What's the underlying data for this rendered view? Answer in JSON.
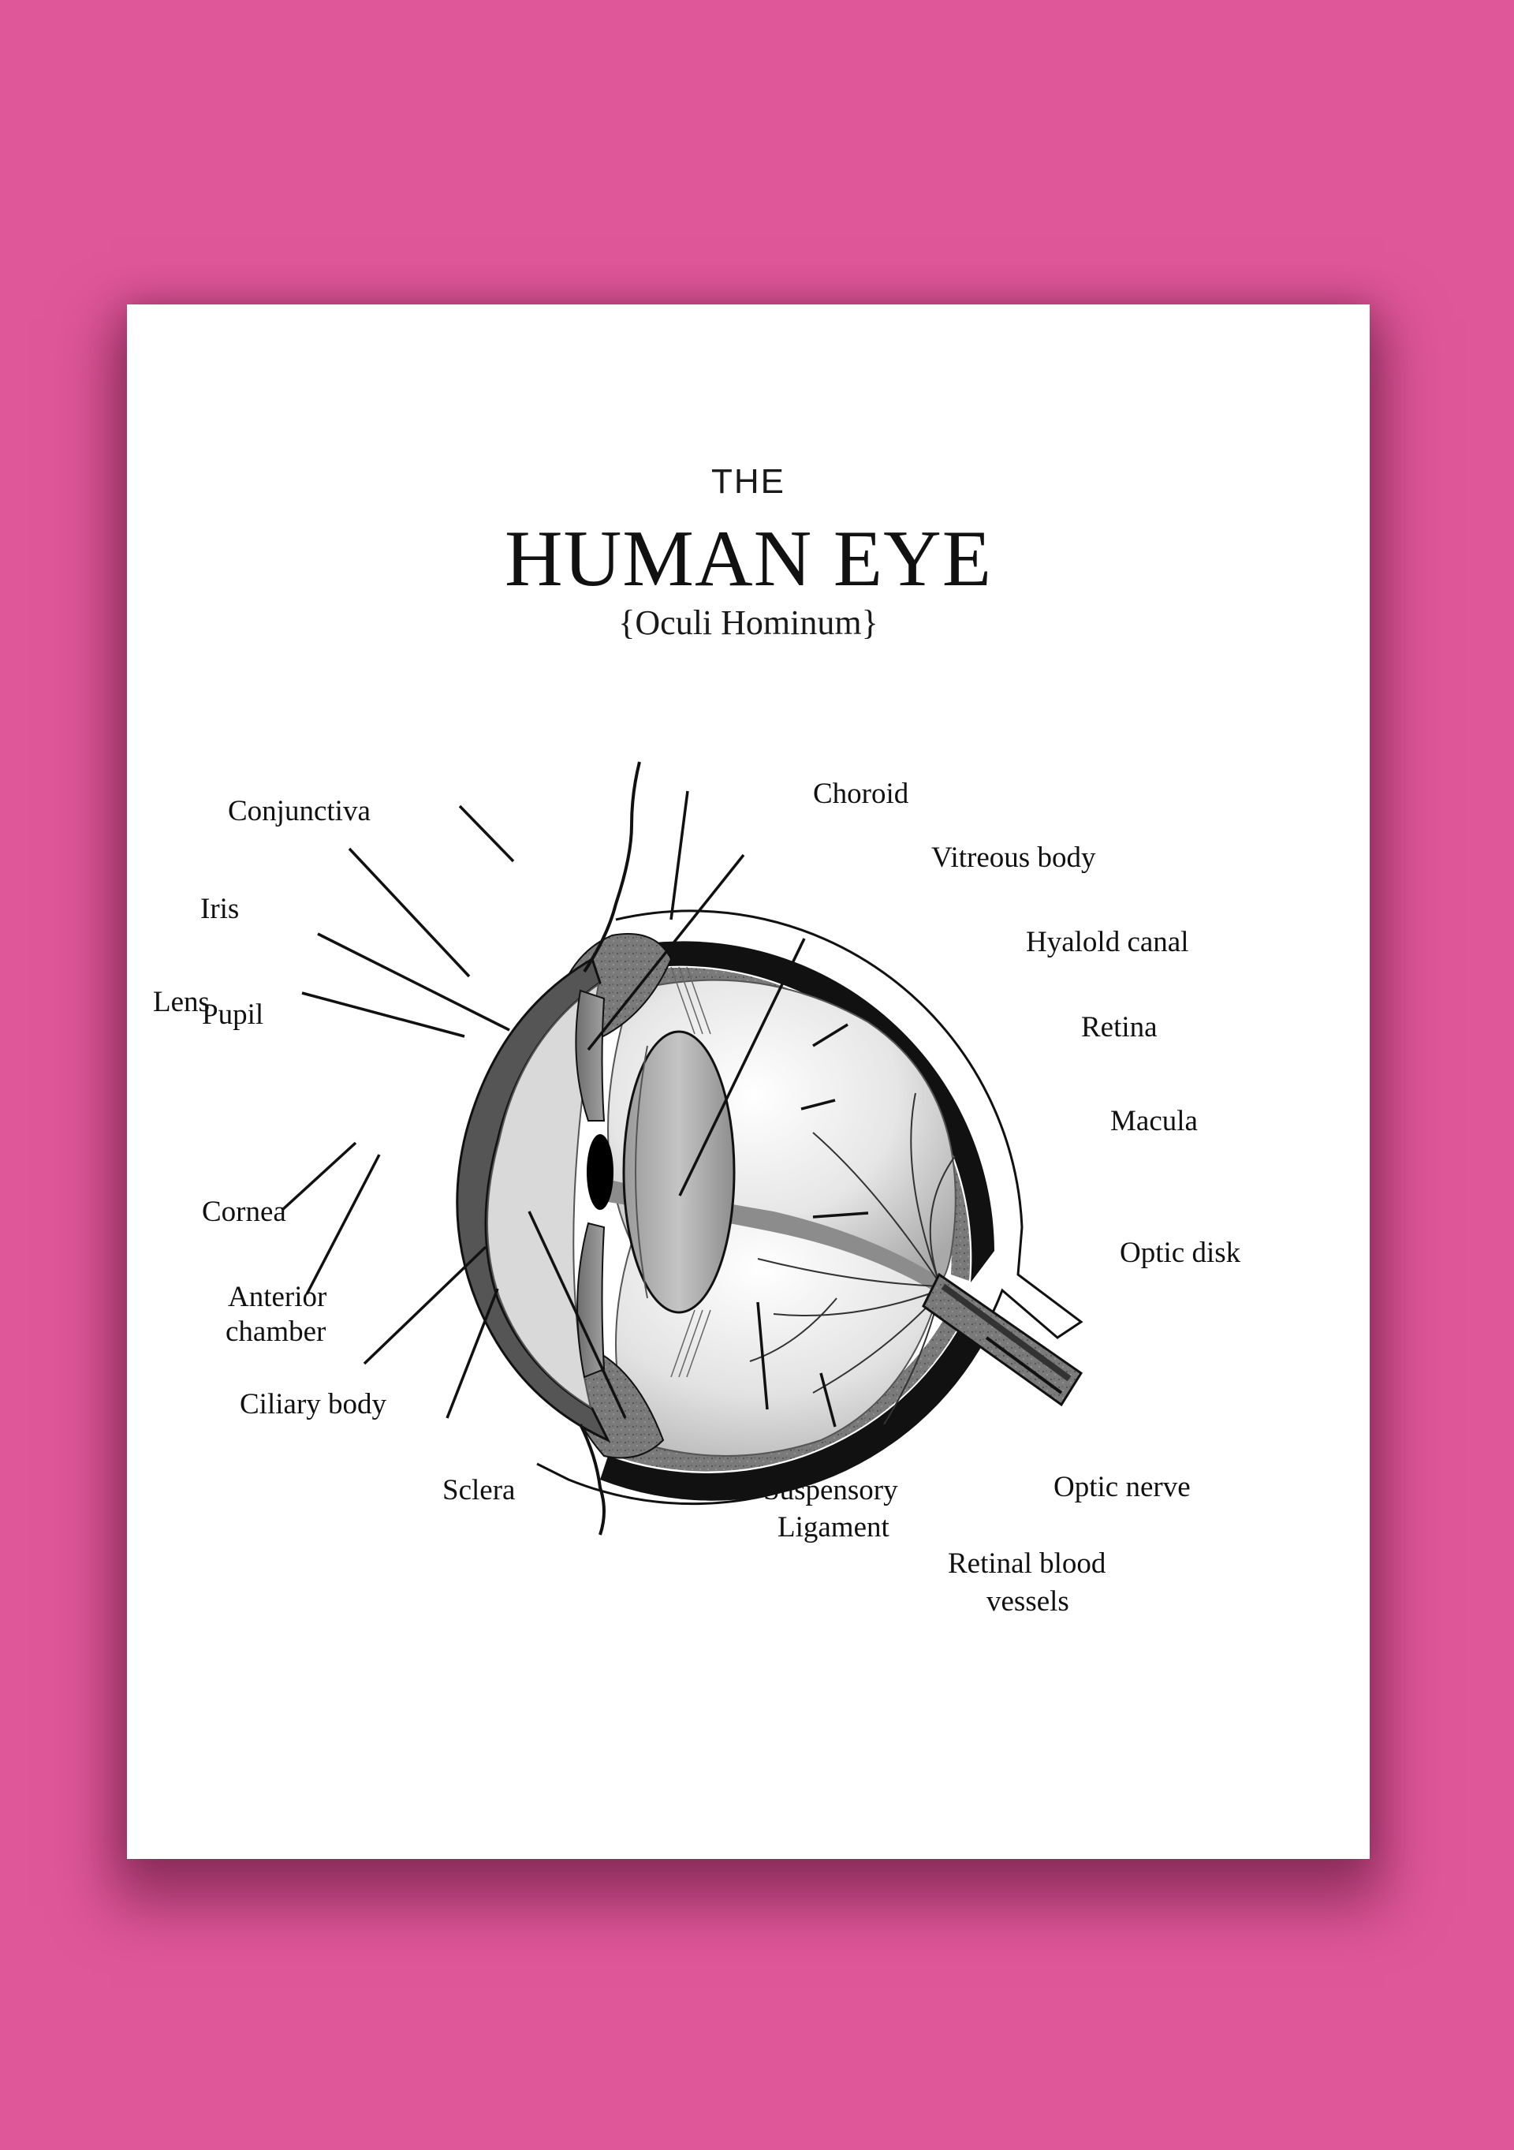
{
  "poster": {
    "pre_title": "THE",
    "title": "HUMAN EYE",
    "subtitle": "{Oculi Hominum}"
  },
  "labels": {
    "conjunctiva": "Conjunctiva",
    "iris": "Iris",
    "lens": "Lens",
    "pupil": "Pupil",
    "cornea": "Cornea",
    "anterior_1": "Anterior",
    "anterior_2": "chamber",
    "ciliary_body": "Ciliary body",
    "sclera": "Sclera",
    "suspensory_1": "Suspensory",
    "suspensory_2": "Ligament",
    "choroid": "Choroid",
    "vitreous_body": "Vitreous body",
    "hyaloid_canal": "Hyalold canal",
    "retina": "Retina",
    "macula": "Macula",
    "optic_disk": "Optic disk",
    "optic_nerve": "Optic nerve",
    "retinal_vessels_1": "Retinal blood",
    "retinal_vessels_2": "vessels"
  },
  "colors": {
    "background": "#e05799",
    "paper": "#ffffff",
    "ink": "#111111"
  }
}
